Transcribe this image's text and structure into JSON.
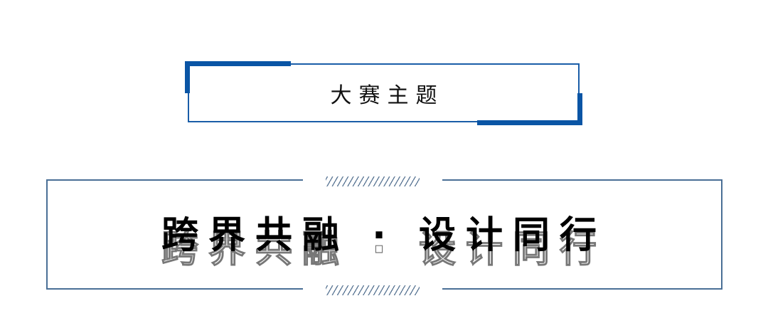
{
  "theme_header": {
    "label": "大赛主题"
  },
  "main_title": {
    "text": "跨界共融 · 设计同行",
    "echo_text": "跨界共融 · 设计同行"
  },
  "colors": {
    "accent_blue": "#0a55a5",
    "frame_line": "#4a6f96",
    "title_text": "#000000",
    "outline_text": "#777777"
  }
}
